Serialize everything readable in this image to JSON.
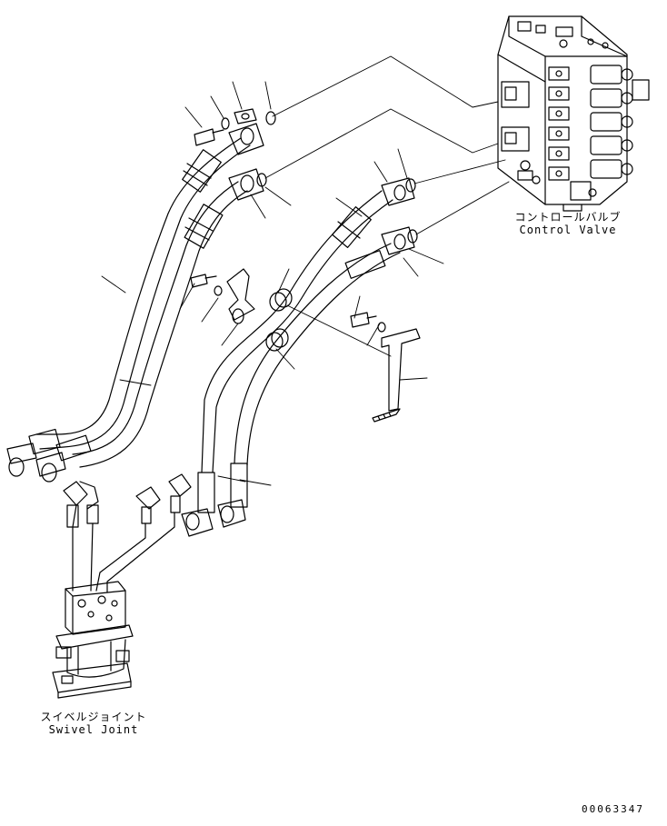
{
  "labels": {
    "control_valve_jp": "コントロールバルブ",
    "control_valve_en": "Control Valve",
    "swivel_joint_jp": "スイベルジョイント",
    "swivel_joint_en": "Swivel Joint"
  },
  "drawing_number": "00063347"
}
